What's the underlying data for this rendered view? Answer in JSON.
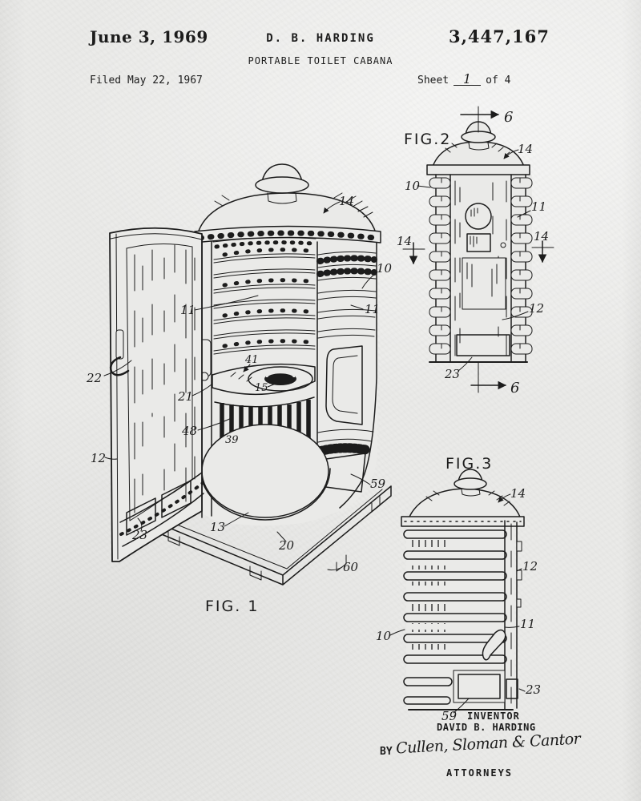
{
  "header": {
    "date": "June 3, 1969",
    "applicant": "D. B. HARDING",
    "invention_title": "PORTABLE TOILET CABANA",
    "patent_number": "3,447,167",
    "filed": "Filed May 22, 1967",
    "sheet_label": "Sheet",
    "sheet_number": "1",
    "sheet_of": "of 4"
  },
  "figures": {
    "fig1": {
      "caption": "FIG. 1",
      "refs": {
        "r14": "14",
        "r10": "10",
        "r11a": "11",
        "r11b": "11",
        "r22": "22",
        "r41": "41",
        "r15": "15",
        "r21": "21",
        "r48": "48",
        "r39": "39",
        "r12": "12",
        "r23": "23",
        "r13": "13",
        "r20": "20",
        "r60": "60",
        "r59": "59"
      }
    },
    "fig2": {
      "caption": "FIG.2",
      "refs": {
        "s6top": "6",
        "s6bot": "6",
        "r14": "14",
        "r10": "10",
        "r11": "11",
        "s14l": "14",
        "s14r": "14",
        "r12": "12",
        "r23": "23"
      }
    },
    "fig3": {
      "caption": "FIG.3",
      "refs": {
        "r14": "14",
        "r12": "12",
        "r11": "11",
        "r10": "10",
        "r23": "23",
        "r59": "59"
      }
    }
  },
  "footer": {
    "inventor_label": "INVENTOR",
    "inventor_name": "DAVID B. HARDING",
    "by_label": "BY",
    "signature": "Cullen, Sloman & Cantor",
    "attorneys_label": "ATTORNEYS"
  },
  "colors": {
    "paper": "#eaeae8",
    "ink": "#1c1c1c"
  }
}
